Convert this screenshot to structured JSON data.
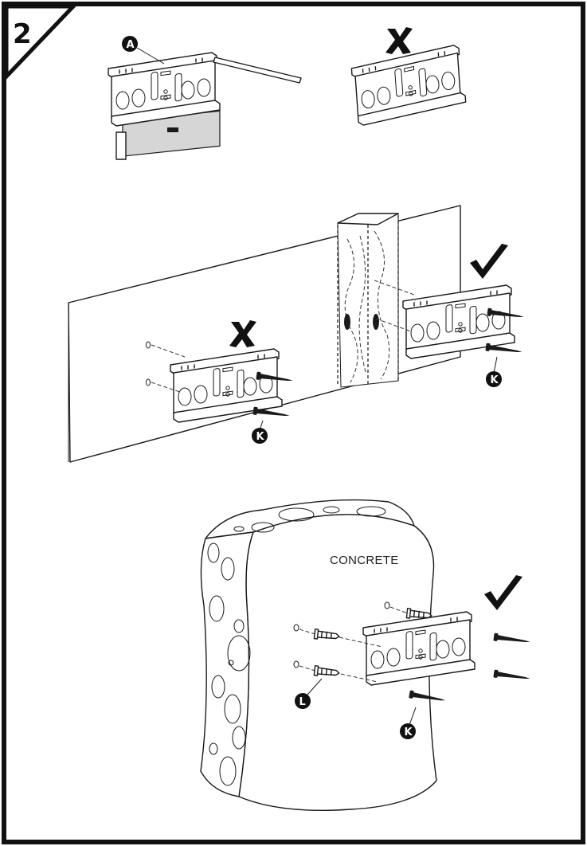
{
  "step": {
    "number": "2"
  },
  "labels": {
    "concrete": "CONCRETE"
  },
  "callouts": {
    "bracket_part": "A",
    "wood_screw_right": "K",
    "wood_screw_left": "K",
    "anchor": "L",
    "concrete_screw": "K"
  },
  "marks": {
    "top_right": "wrong",
    "drywall_left": "wrong",
    "stud_right": "correct",
    "concrete": "correct"
  },
  "colors": {
    "line": "#1a1a1a",
    "callout": "#111111",
    "stud_shade": "#e8e8e8"
  }
}
